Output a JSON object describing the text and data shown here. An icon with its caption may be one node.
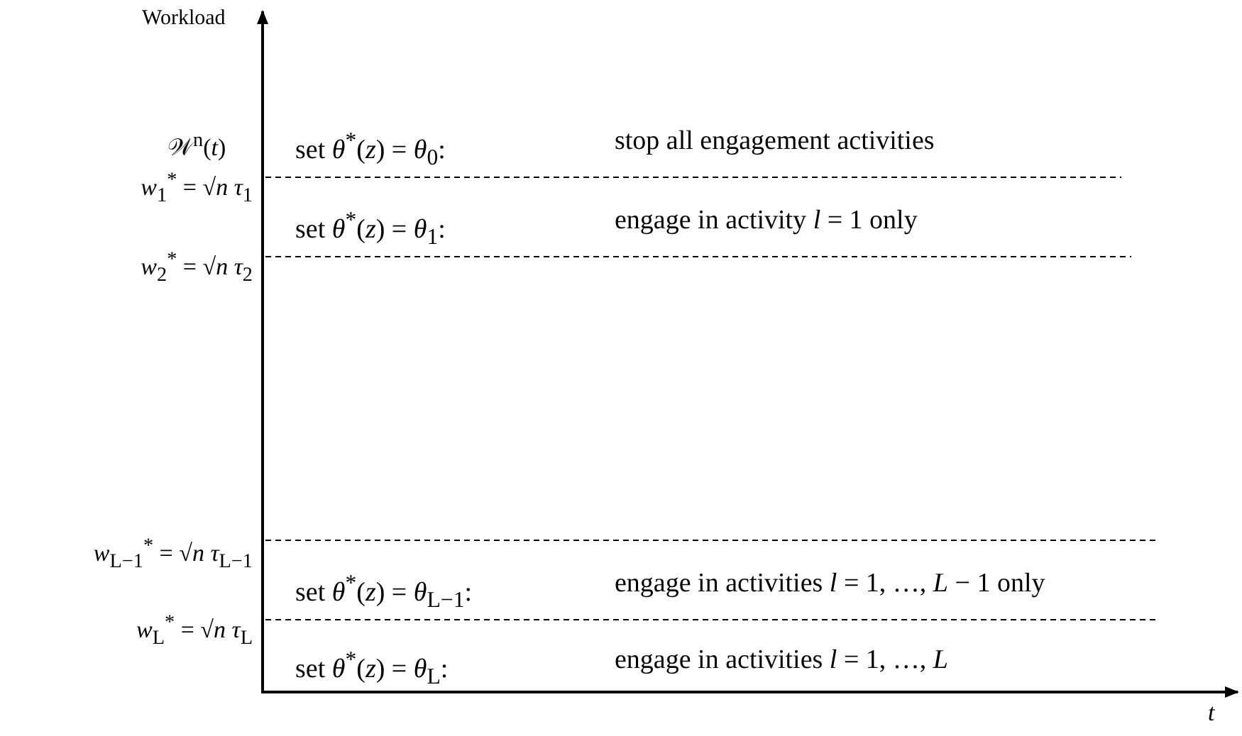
{
  "diagram": {
    "labels": [
      "Workload",
      "𝒲$^{n}$(*t*)",
      "set *θ*$^{*}$(*z*) = *θ*$_{0}$:",
      "stop all engagement activities",
      "*w*$_{1}$$^{*}$ = √*n* *τ*$_{1}$",
      "set *θ*$^{*}$(*z*) = *θ*$_{1}$:",
      "engage in activity *l* = 1 only",
      "*w*$_{2}$$^{*}$ = √*n* *τ*$_{2}$",
      "*w*$_{L−1}$$^{*}$ = √*n* *τ*$_{L−1}$",
      "set *θ*$^{*}$(*z*) = *θ*$_{L−1}$:",
      "engage in activities *l* = 1, …, *L* − 1 only",
      "*w*$_{L}$$^{*}$ = √*n* *τ*$_{L}$",
      "set *θ*$^{*}$(*z*) = *θ*$_{L}$:",
      "engage in activities *l* = 1, …, *L*",
      "*t*"
    ]
  }
}
